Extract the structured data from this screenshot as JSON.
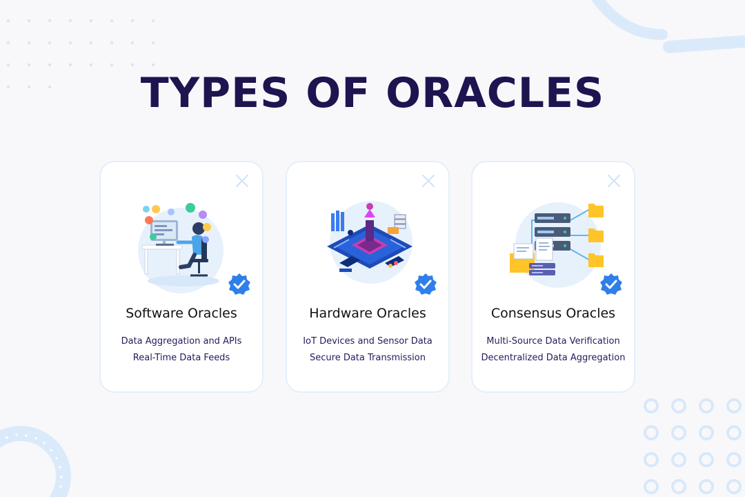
{
  "title": "TYPES OF ORACLES",
  "colors": {
    "title": "#1e1450",
    "accent_blue": "#2f7fe8",
    "card_border": "#e3effb",
    "background": "#f8f8fa"
  },
  "cards": [
    {
      "name": "Software Oracles",
      "features": [
        "Data Aggregation and APIs",
        "Real-Time Data Feeds"
      ],
      "illustration": "developer-at-computer-icon"
    },
    {
      "name": "Hardware Oracles",
      "features": [
        "IoT Devices and Sensor Data",
        "Secure Data Transmission"
      ],
      "illustration": "iot-circuit-board-icon"
    },
    {
      "name": "Consensus Oracles",
      "features": [
        "Multi-Source Data Verification",
        "Decentralized Data Aggregation"
      ],
      "illustration": "server-network-folders-icon"
    }
  ]
}
